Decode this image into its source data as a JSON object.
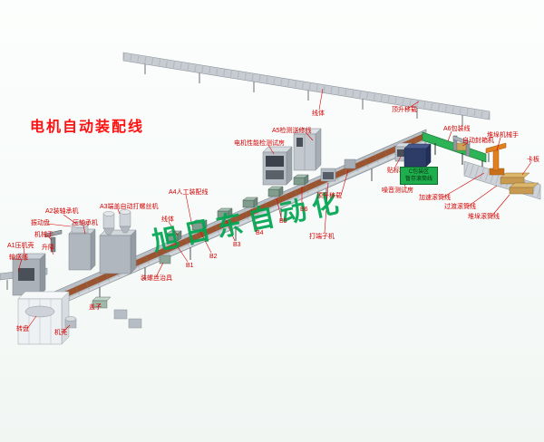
{
  "title": "电机自动装配线",
  "watermark": "旭日东自动化",
  "labels": {
    "a5_line": "A5检测送修线",
    "motor_test_room": "电机性能检测试房",
    "line_body_upper": "线体",
    "lift_transfer_right": "顶升移载",
    "a6_packing": "A6包装线",
    "auto_sealer": "自动封箱机",
    "palletizer_robot": "堆垛机械手",
    "pallet": "卡板",
    "labeler": "贴标机",
    "noise_test_room": "噪音测试房",
    "packing_zone": "C包装区",
    "buffer_roller": "暂存滚筒线",
    "accel_roller": "加速滚筒线",
    "transition_roller": "过渡滚筒线",
    "stack_roller": "堆垛滚筒线",
    "lift_transfer_mid": "顶升移载",
    "terminal_machine": "打端子机",
    "b1": "B1",
    "b2": "B2",
    "b3": "B3",
    "b4": "B4",
    "b5": "B5",
    "b6": "B6",
    "a4_line": "A4人工装配线",
    "line_body_lower": "线体",
    "a3_machine": "A3端盖自动打螺丝机",
    "a2_machine": "A2装轴承机",
    "bearing_press": "压轴承机",
    "vibration_feeder": "振动盘",
    "robot_hand": "机械手",
    "a1_press": "A1压机壳",
    "infeed_conveyor": "输送线",
    "lift": "升降",
    "turntable": "转盘",
    "motor_casing": "机壳",
    "cover": "盖子",
    "screw_fixture": "装螺丝治具"
  },
  "colors": {
    "label_red": "#d40000",
    "title_red": "#ff1111",
    "watermark_green": "#00a651",
    "belt_green": "#2db456",
    "walkway_brown": "#9a5430",
    "frame_gray": "#b9c0c7",
    "navy_cabinet": "#2c3c66",
    "pallet_tan": "#c79a52",
    "robot_orange": "#e2801f"
  }
}
